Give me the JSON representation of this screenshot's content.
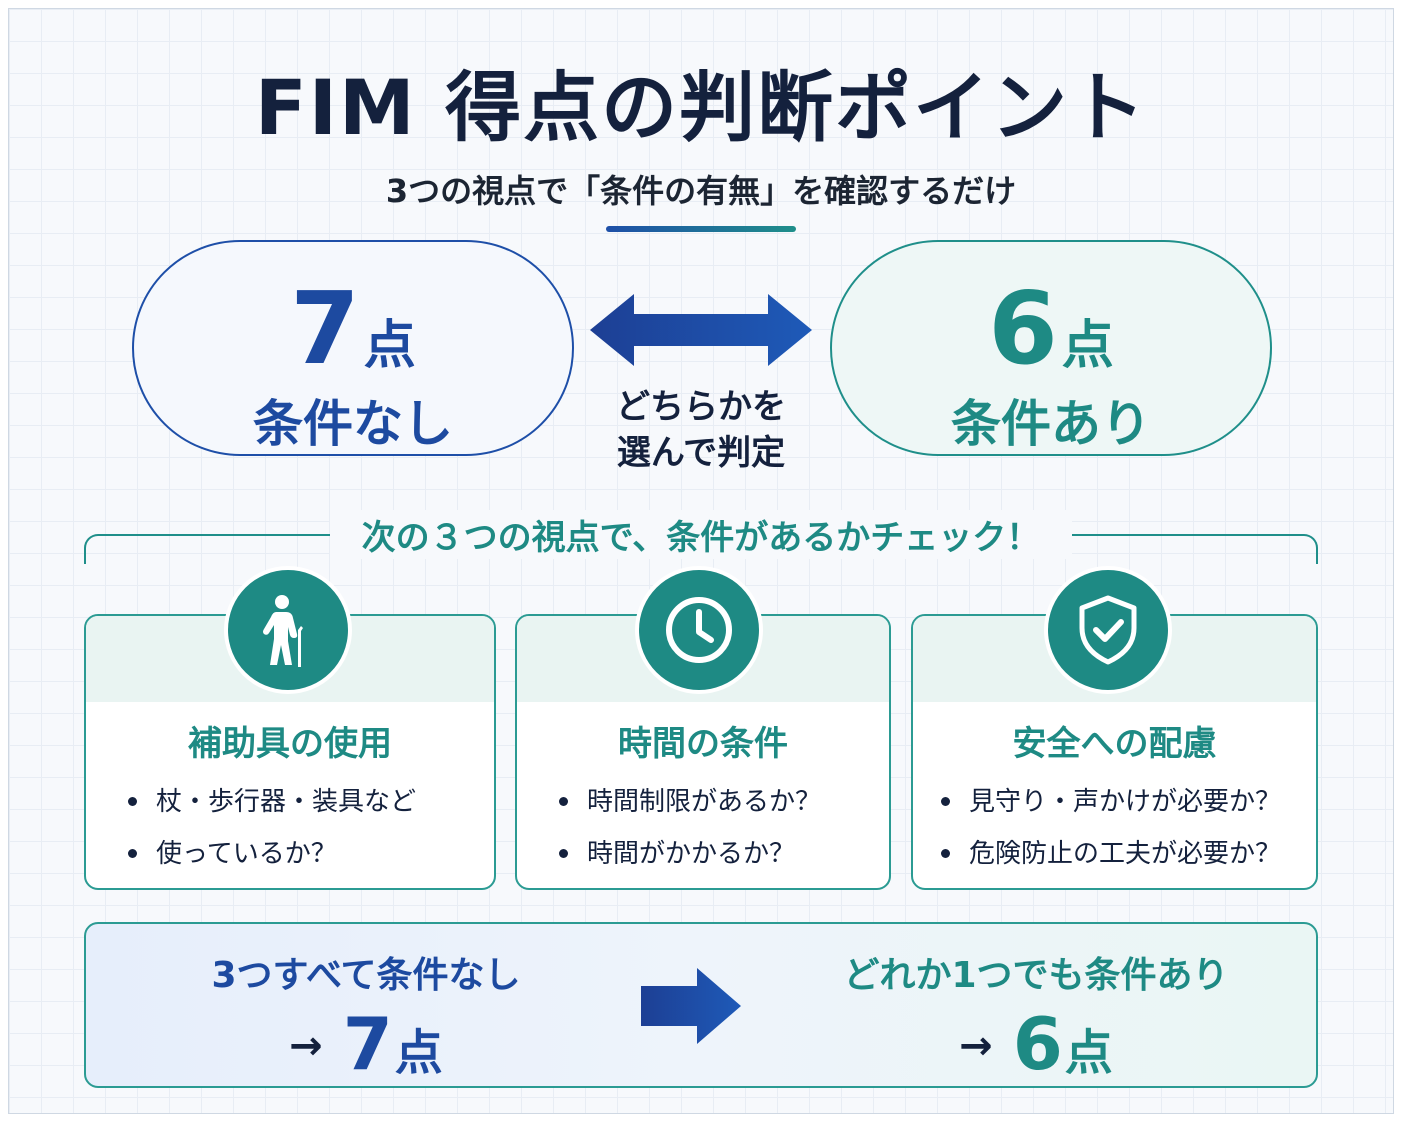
{
  "header": {
    "title": "FIM 得点の判断ポイント",
    "subtitle": "3つの視点で「条件の有無」を確認するだけ"
  },
  "scores": {
    "left": {
      "number": "7",
      "unit": "点",
      "label": "条件なし"
    },
    "right": {
      "number": "6",
      "unit": "点",
      "label": "条件あり"
    },
    "middle": {
      "line1": "どちらかを",
      "line2": "選んで判定"
    }
  },
  "section": {
    "label": "次の３つの視点で、条件があるかチェック！"
  },
  "cards": [
    {
      "icon": "person-with-cane-icon",
      "heading": "補助具の使用",
      "bullets": [
        "杖・歩行器・装具など",
        "使っているか？"
      ]
    },
    {
      "icon": "clock-icon",
      "heading": "時間の条件",
      "bullets": [
        "時間制限があるか？",
        "時間がかかるか？"
      ]
    },
    {
      "icon": "shield-check-icon",
      "heading": "安全への配慮",
      "bullets": [
        "見守り・声かけが必要か？",
        "危険防止の工夫が必要か？"
      ]
    }
  ],
  "summary": {
    "left": {
      "line1": "3つすべて条件なし",
      "arrow": "→",
      "number": "7",
      "unit": "点"
    },
    "right": {
      "line1": "どれか1つでも条件あり",
      "arrow": "→",
      "number": "6",
      "unit": "点"
    }
  },
  "colors": {
    "navy": "#14213d",
    "blue": "#1d4aa0",
    "teal": "#1e8a84"
  }
}
